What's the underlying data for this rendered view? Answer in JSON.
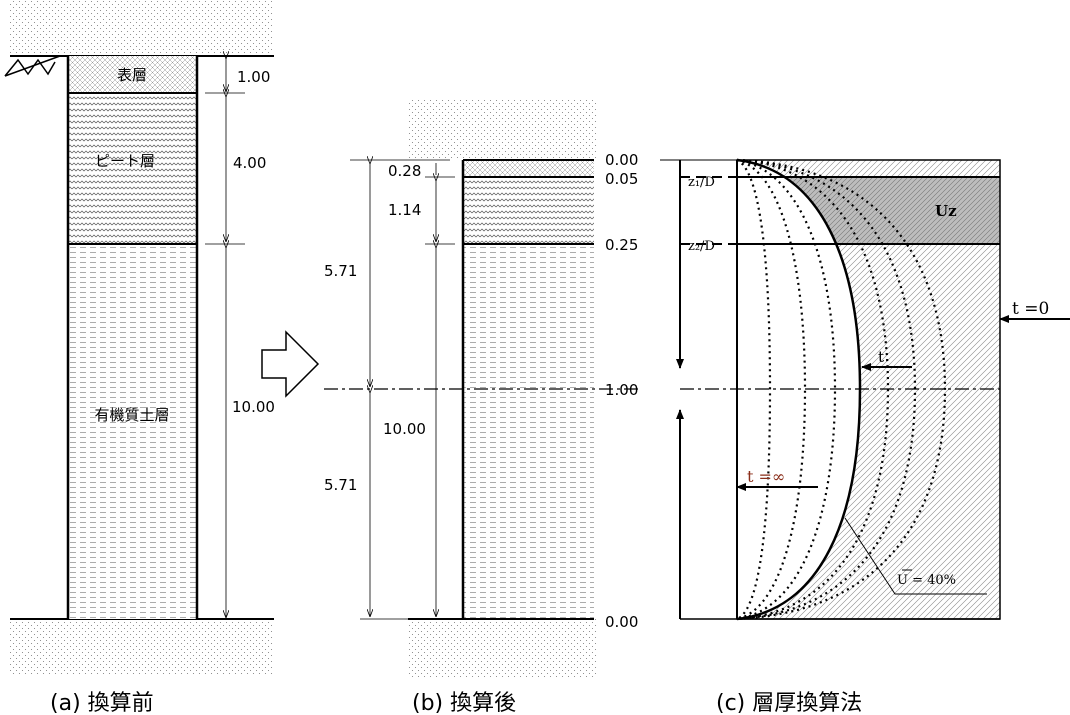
{
  "panel_a": {
    "caption": "(a) 換算前",
    "layers": [
      "表層",
      "ピート層",
      "有機質土層"
    ],
    "thickness": [
      "1.00",
      "4.00",
      "10.00"
    ]
  },
  "panel_b": {
    "caption": "(b) 換算後",
    "dims": [
      "0.28",
      "1.14",
      "5.71",
      "10.00",
      "5.71"
    ],
    "depths": [
      "0.00",
      "0.05",
      "0.25",
      "1.00",
      "0.00"
    ]
  },
  "panel_c": {
    "caption": "(c) 層厚換算法",
    "z1": "z₁/D",
    "z2": "z₂/D",
    "uz": "Uz",
    "t0": "t =0",
    "t": "t",
    "tinf": "t =∞",
    "u": "U = 40%"
  }
}
